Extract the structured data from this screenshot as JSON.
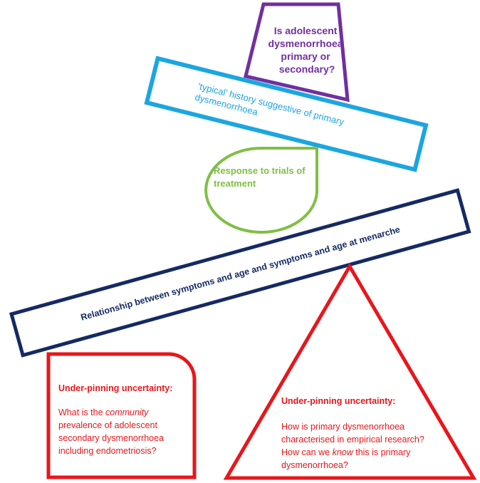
{
  "colors": {
    "purple": "#7030a0",
    "light_blue": "#1ca6df",
    "green": "#7fbf44",
    "navy": "#152a63",
    "red": "#e8161b"
  },
  "shapes": {
    "trapezoid": {
      "lines": [
        "Is adolescent",
        "dysmenorrhoea",
        "primary or",
        "secondary?"
      ]
    },
    "tilted_rect_top": {
      "line1": "‘typical’ history suggestive of primary",
      "line2": "dysmenorrhoea"
    },
    "teardrop": {
      "line1": "Response to trials of",
      "line2": "treatment"
    },
    "tilted_rect_bottom": {
      "text": "Relationship  between symptoms and age and symptoms and age at menarche"
    },
    "left_box": {
      "heading": "Under-pinning uncertainty:",
      "line1_pre": "What is the ",
      "line1_em": "community",
      "line2": "prevalence of adolescent",
      "line3": "secondary dysmenorrhoea",
      "line4": "including endometriosis?"
    },
    "triangle": {
      "heading": "Under-pinning uncertainty:",
      "line1": "How is primary dysmenorrhoea",
      "line2": "characterised in empirical research?",
      "line3_pre": "How can we ",
      "line3_em": "know",
      "line3_post": " this is primary",
      "line4": "dysmenorrhoea?"
    }
  }
}
